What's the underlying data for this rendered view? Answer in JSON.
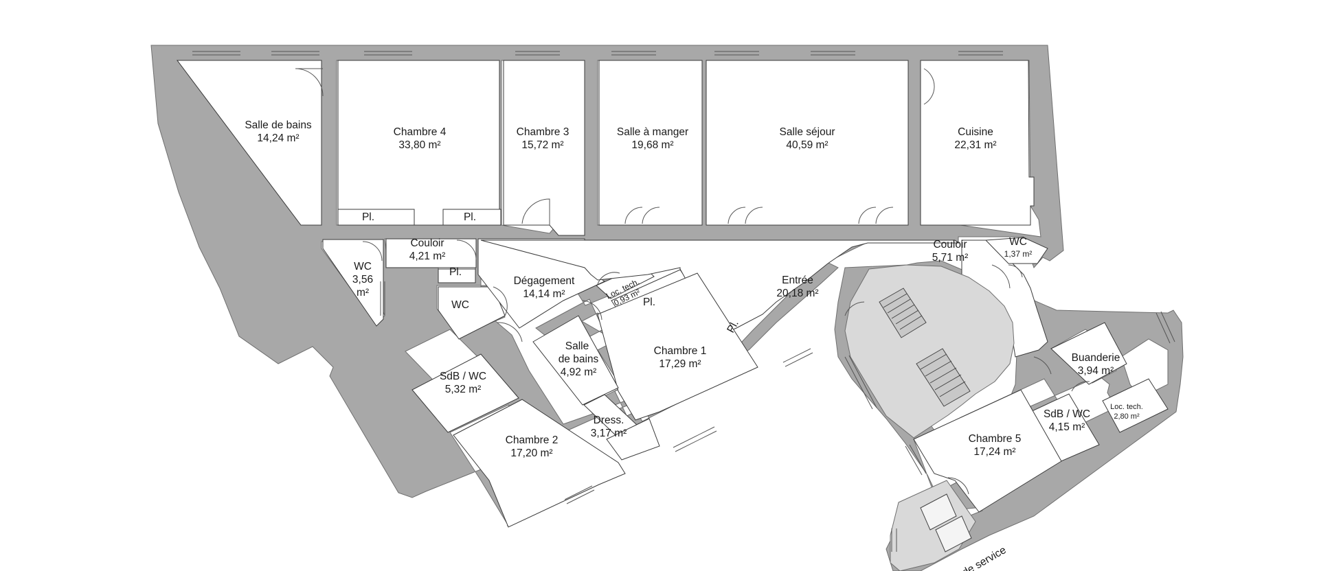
{
  "rooms": {
    "salle_de_bains_1": {
      "name": "Salle de bains",
      "area": "14,24 m²"
    },
    "chambre_4": {
      "name": "Chambre 4",
      "area": "33,80 m²"
    },
    "chambre_3": {
      "name": "Chambre 3",
      "area": "15,72 m²"
    },
    "salle_a_manger": {
      "name": "Salle à manger",
      "area": "19,68 m²"
    },
    "salle_sejour": {
      "name": "Salle séjour",
      "area": "40,59 m²"
    },
    "cuisine": {
      "name": "Cuisine",
      "area": "22,31 m²"
    },
    "couloir_1": {
      "name": "Couloir",
      "area": "4,21 m²"
    },
    "wc_1": {
      "name": "WC",
      "area": "3,56",
      "unit": "m²"
    },
    "wc_2": {
      "name": "WC"
    },
    "degagement": {
      "name": "Dégagement",
      "area": "14,14 m²"
    },
    "loc_tech_1": {
      "name": "Loc. tech.",
      "area": "0,93 m²"
    },
    "entree": {
      "name": "Entrée",
      "area": "20,18 m²"
    },
    "couloir_2": {
      "name": "Couloir",
      "area": "5,71 m²"
    },
    "wc_3": {
      "name": "WC",
      "area": "1,37 m²"
    },
    "salle_de_bains_2": {
      "name_1": "Salle",
      "name_2": "de bains",
      "area": "4,92 m²"
    },
    "chambre_1": {
      "name": "Chambre 1",
      "area": "17,29 m²"
    },
    "sdb_wc_1": {
      "name": "SdB / WC",
      "area": "5,32 m²"
    },
    "dress": {
      "name": "Dress.",
      "area": "3,17 m²"
    },
    "chambre_2": {
      "name": "Chambre 2",
      "area": "17,20 m²"
    },
    "buanderie": {
      "name": "Buanderie",
      "area": "3,94 m²"
    },
    "sdb_wc_2": {
      "name": "SdB / WC",
      "area": "4,15 m²"
    },
    "loc_tech_2": {
      "name": "Loc. tech.",
      "area": "2,80 m²"
    },
    "chambre_5": {
      "name": "Chambre 5",
      "area": "17,24 m²"
    }
  },
  "placards": {
    "pl_1": "Pl.",
    "pl_2": "Pl.",
    "pl_3": "Pl.",
    "pl_4": "Pl.",
    "pl_5": "Pl."
  },
  "service_label": "de service",
  "colors": {
    "wall": "#a8a8a8",
    "wall_stroke": "#6e6e6e",
    "stair_zone": "#d9d9d9",
    "line": "#3a3a3a",
    "floor": "#ffffff"
  }
}
